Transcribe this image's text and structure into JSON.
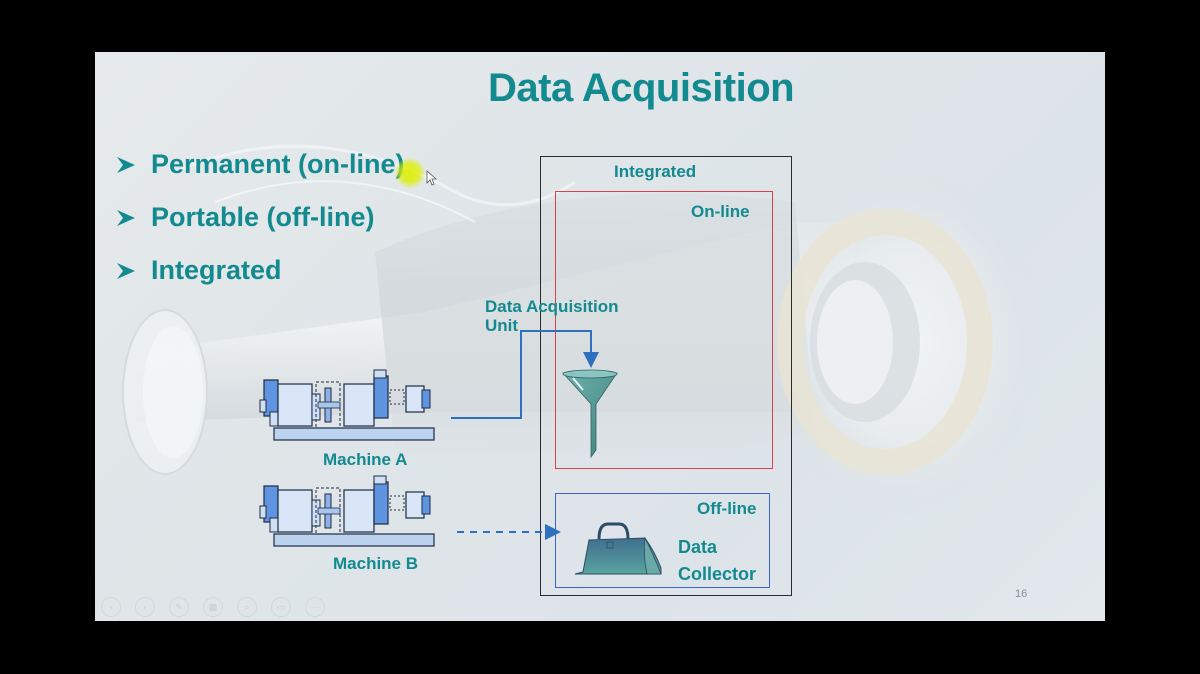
{
  "slide": {
    "title": "Data Acquisition",
    "bullets": [
      {
        "icon": "arrowhead-bullet-icon",
        "text": "Permanent (on-line)"
      },
      {
        "icon": "arrowhead-bullet-icon",
        "text": "Portable (off-line)"
      },
      {
        "icon": "arrowhead-bullet-icon",
        "text": "Integrated"
      }
    ],
    "diagram": {
      "integrated_label": "Integrated",
      "online_label": "On-line",
      "offline_label": "Off-line",
      "dau_label_line1": "Data Acquisition",
      "dau_label_line2": "Unit",
      "collector_line1": "Data",
      "collector_line2": "Collector",
      "machine_a": "Machine A",
      "machine_b": "Machine B"
    },
    "page_number": "16",
    "colors": {
      "accent_text": "#138a8f",
      "online_border": "#d8434b",
      "offline_border": "#3a66c4",
      "connector": "#2f6fc0"
    }
  },
  "player_controls": [
    {
      "icon": "previous-icon"
    },
    {
      "icon": "next-icon"
    },
    {
      "icon": "pen-icon"
    },
    {
      "icon": "slides-icon"
    },
    {
      "icon": "zoom-icon"
    },
    {
      "icon": "subtitles-icon"
    },
    {
      "icon": "more-icon"
    }
  ]
}
